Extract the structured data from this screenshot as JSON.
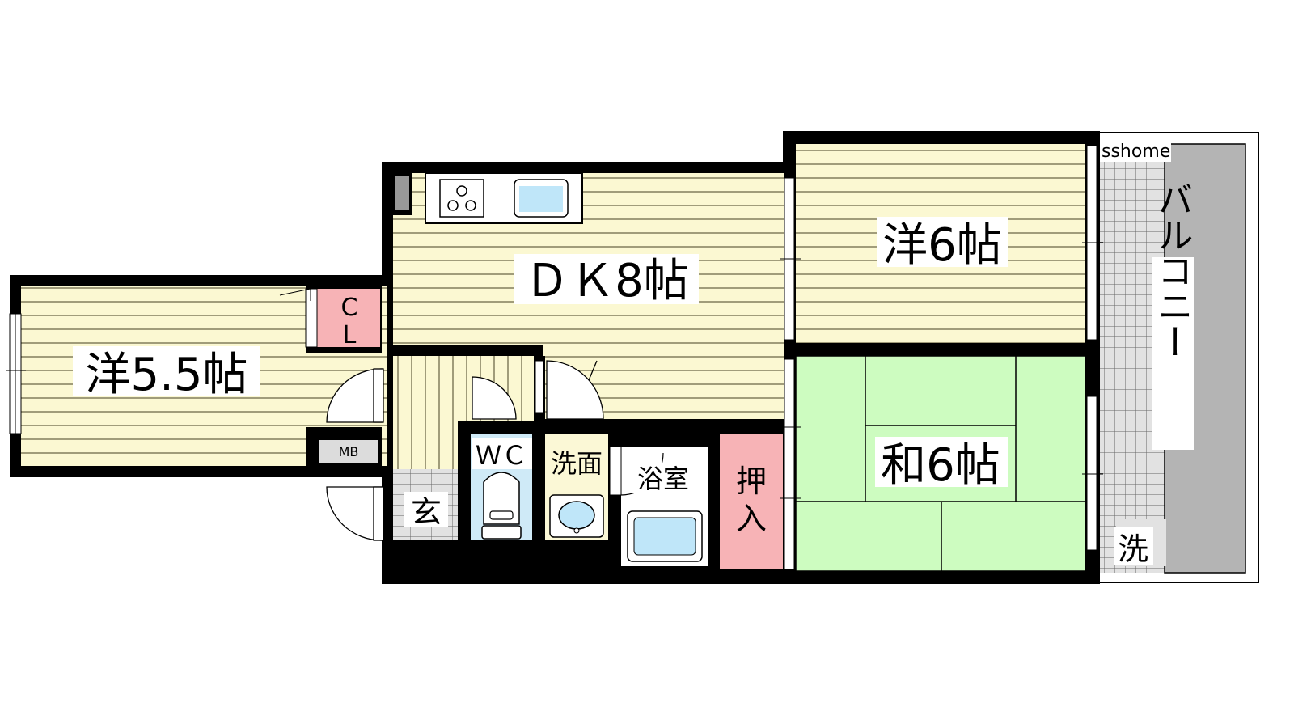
{
  "watermark": "sshome",
  "colors": {
    "wall": "#000000",
    "floor_western": "#fbf8d2",
    "floor_stripe": "#6e6a4a",
    "tatami": "#cdfcc0",
    "closet_pink": "#f7b3b6",
    "wet_blue": "#cfeaf7",
    "washroom_yellow": "#fbf8d6",
    "balcony_gray": "#b4b4b4",
    "tile_gray": "#e6e6e6",
    "fixture_blue": "#bfe6f9",
    "white": "#ffffff"
  },
  "rooms": {
    "western_55": "洋5.5帖",
    "dk": "ＤＫ8帖",
    "western_6": "洋6帖",
    "japanese_6": "和6帖",
    "balcony": "バルコニー",
    "closet_cl_1": "C",
    "closet_cl_2": "L",
    "mb": "MB",
    "entrance": "玄",
    "wc": "ＷＣ",
    "washroom": "洗面",
    "bathroom": "浴室",
    "oshiire_1": "押",
    "oshiire_2": "入",
    "washer": "洗"
  }
}
